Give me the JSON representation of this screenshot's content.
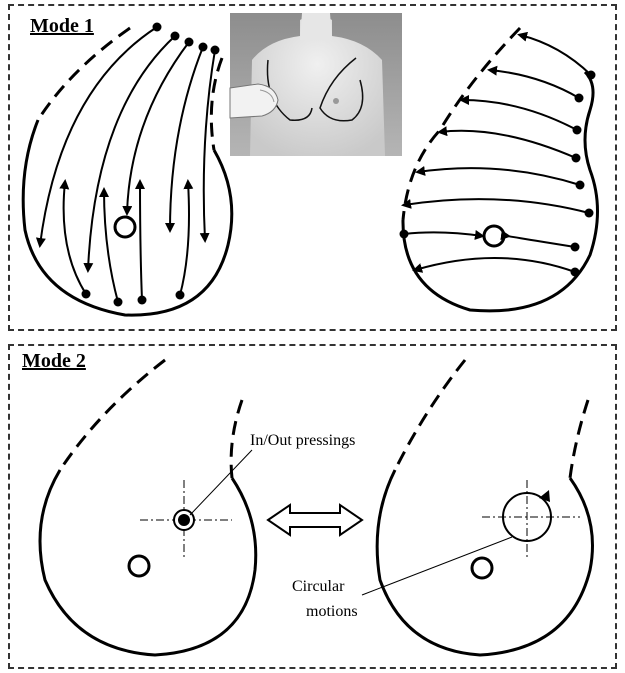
{
  "mode1": {
    "title": "Mode 1"
  },
  "mode2": {
    "title": "Mode 2",
    "callout_pressing": "In/Out pressings",
    "callout_circular_line1": "Circular",
    "callout_circular_line2": "motions"
  },
  "photo": {
    "description_icon": "mannequin-photo"
  },
  "colors": {
    "ink": "#000000",
    "frame": "#333333"
  }
}
